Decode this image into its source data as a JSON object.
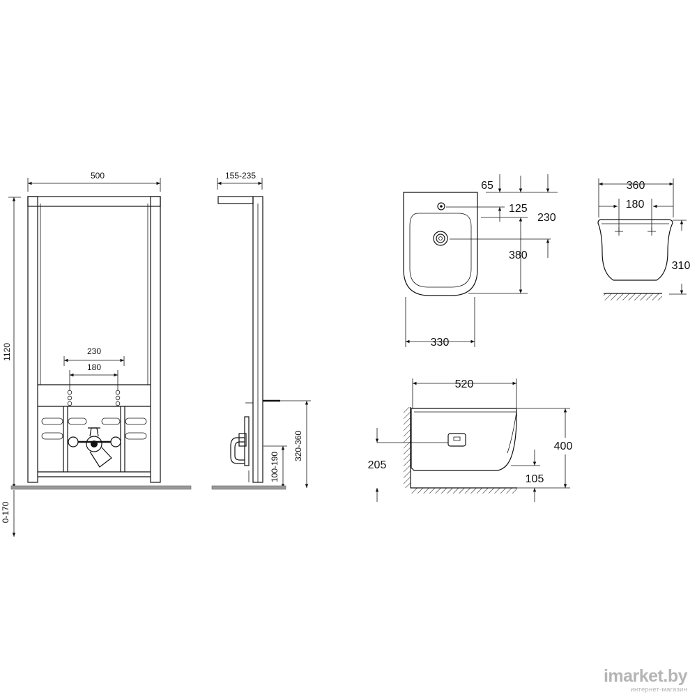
{
  "frame_front": {
    "width": "500",
    "height": "1120",
    "top_inner": "230",
    "bottom_inner": "180",
    "floor_adj": "0-170"
  },
  "frame_side": {
    "depth": "155-235",
    "pipe_height": "320-360",
    "drain_height": "100-190"
  },
  "bidet_top": {
    "d65": "65",
    "d125": "125",
    "d230": "230",
    "d380": "380",
    "d330": "330"
  },
  "bidet_front": {
    "width": "360",
    "holes": "180",
    "height": "310"
  },
  "bidet_side": {
    "length": "520",
    "height": "400",
    "outlet_height": "205",
    "floor_gap": "105"
  },
  "watermark": {
    "brand": "imarket.by",
    "tagline": "интернет-магазин"
  }
}
